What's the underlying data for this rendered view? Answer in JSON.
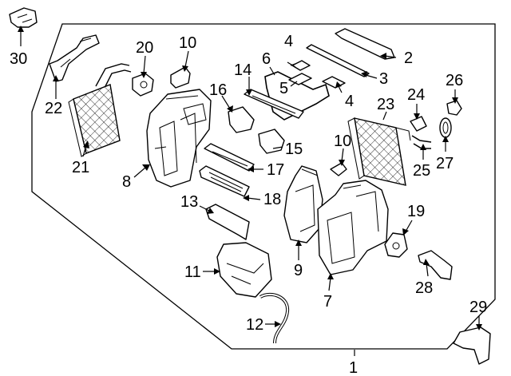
{
  "diagram": {
    "callouts": [
      "1",
      "2",
      "3",
      "4",
      "4",
      "5",
      "6",
      "7",
      "8",
      "9",
      "10",
      "10",
      "11",
      "12",
      "13",
      "14",
      "15",
      "16",
      "17",
      "18",
      "19",
      "20",
      "21",
      "22",
      "23",
      "24",
      "25",
      "26",
      "27",
      "28",
      "29",
      "30"
    ]
  }
}
